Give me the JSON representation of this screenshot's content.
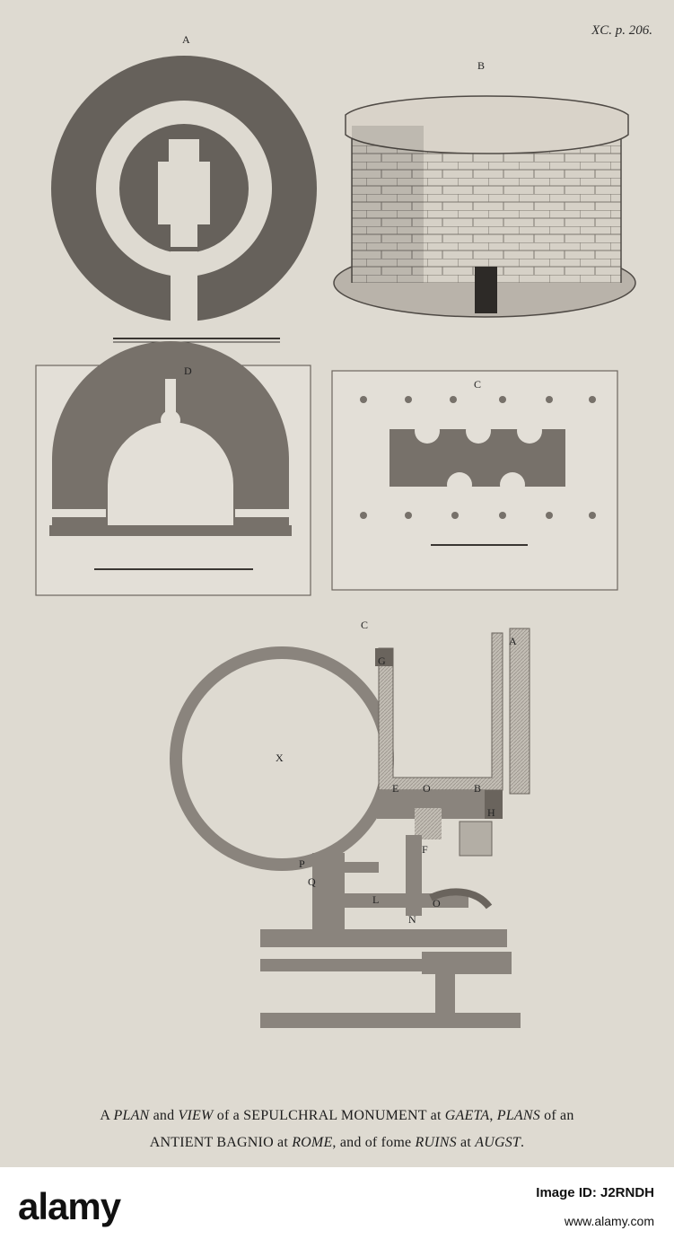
{
  "plate": {
    "number": "XC. p. 206.",
    "caption_line1": {
      "a": "A ",
      "b": "PLAN",
      "c": " and ",
      "d": "VIEW",
      "e": " of a SEPULCHRAL MONUMENT at ",
      "f": "GAETA",
      "g": ", ",
      "h": "PLANS",
      "i": " of an"
    },
    "caption_line2": {
      "a": "ANTIENT BAGNIO at ",
      "b": "ROME",
      "c": ", and of fome ",
      "d": "RUINS",
      "e": " at ",
      "f": "AUGST",
      "g": "."
    }
  },
  "figure_labels": {
    "a": "A",
    "b": "B",
    "c": "C",
    "d": "D",
    "ruins_c": "C",
    "ruins_a": "A",
    "ruins_g": "G",
    "ruins_x": "X",
    "ruins_e": "E",
    "ruins_o": "O",
    "ruins_b": "B",
    "ruins_h": "H",
    "ruins_f": "F",
    "ruins_p": "P",
    "ruins_q": "Q",
    "ruins_l": "L",
    "ruins_n": "N",
    "ruins_o2": "O"
  },
  "stock": {
    "logo": "alamy",
    "image_id": "Image ID: J2RNDH",
    "url": "www.alamy.com"
  },
  "colors": {
    "paper": "#dedad1",
    "ink": "#5d5853",
    "hatch": "#8a847d"
  }
}
